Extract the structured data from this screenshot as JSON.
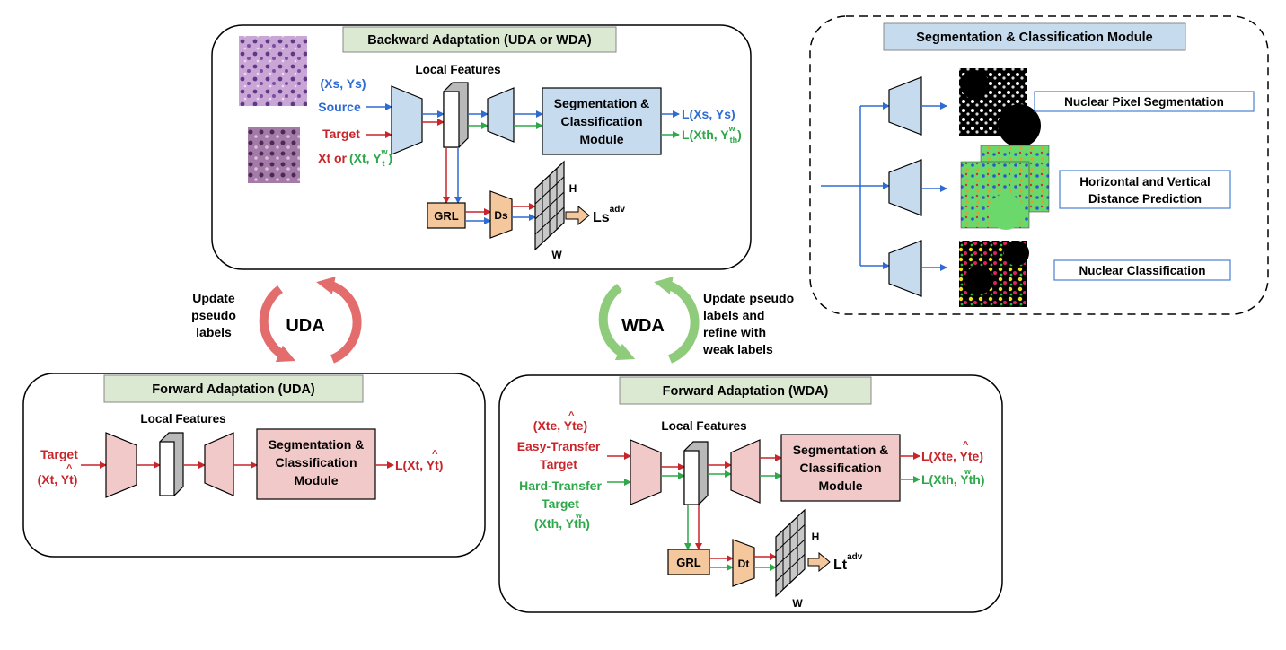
{
  "colors": {
    "blue": "#2e6bd2",
    "red": "#c8252b",
    "green": "#2ea84a",
    "enc_blue": "#c7dbef",
    "enc_pink": "#f2c9c9",
    "orange": "#f5c79c",
    "title_green": "#dbe9d2",
    "arrow_red": "#e36d6d",
    "arrow_green": "#8ecb7a"
  },
  "backward": {
    "title": "Backward Adaptation (UDA or WDA)",
    "xs_ys": "(Xs, Ys)",
    "source": "Source",
    "target": "Target",
    "xt_or": "Xt or",
    "xt_yt_w": "(Xt, Y",
    "local_features": "Local Features",
    "seg_line1": "Segmentation &",
    "seg_line2": "Classification",
    "seg_line3": "Module",
    "loss_s": "L(Xs, Ys)",
    "loss_th": "L(Xth, Y",
    "grl": "GRL",
    "ds": "Ds",
    "h": "H",
    "w": "W",
    "ls": "Ls",
    "adv": "adv"
  },
  "seg_module": {
    "title": "Segmentation & Classification Module",
    "nuclear_pixel": "Nuclear Pixel Segmentation",
    "hv_line1": "Horizontal and Vertical",
    "hv_line2": "Distance Prediction",
    "nuclear_class": "Nuclear Classification"
  },
  "cycle_uda": {
    "label": "UDA",
    "text1": "Update",
    "text2": "pseudo",
    "text3": "labels"
  },
  "cycle_wda": {
    "label": "WDA",
    "text1": "Update pseudo",
    "text2": "labels and",
    "text3": "refine with",
    "text4": "weak labels"
  },
  "forward_uda": {
    "title": "Forward Adaptation (UDA)",
    "local_features": "Local Features",
    "target": "Target",
    "xt_yt": "(Xt, Yt)",
    "seg_line1": "Segmentation &",
    "seg_line2": "Classification",
    "seg_line3": "Module",
    "loss": "L(Xt, Yt)"
  },
  "forward_wda": {
    "title": "Forward Adaptation (WDA)",
    "xte_yte": "(Xte, Yte)",
    "easy1": "Easy-Transfer",
    "easy2": "Target",
    "hard1": "Hard-Transfer",
    "hard2": "Target",
    "xth_yth": "(Xth, Yth)",
    "local_features": "Local Features",
    "seg_line1": "Segmentation &",
    "seg_line2": "Classification",
    "seg_line3": "Module",
    "loss_te": "L(Xte, Yte)",
    "loss_th": "L(Xth, Yth)",
    "grl": "GRL",
    "dt": "Dt",
    "h": "H",
    "w": "W",
    "lt": "Lt",
    "adv": "adv"
  }
}
